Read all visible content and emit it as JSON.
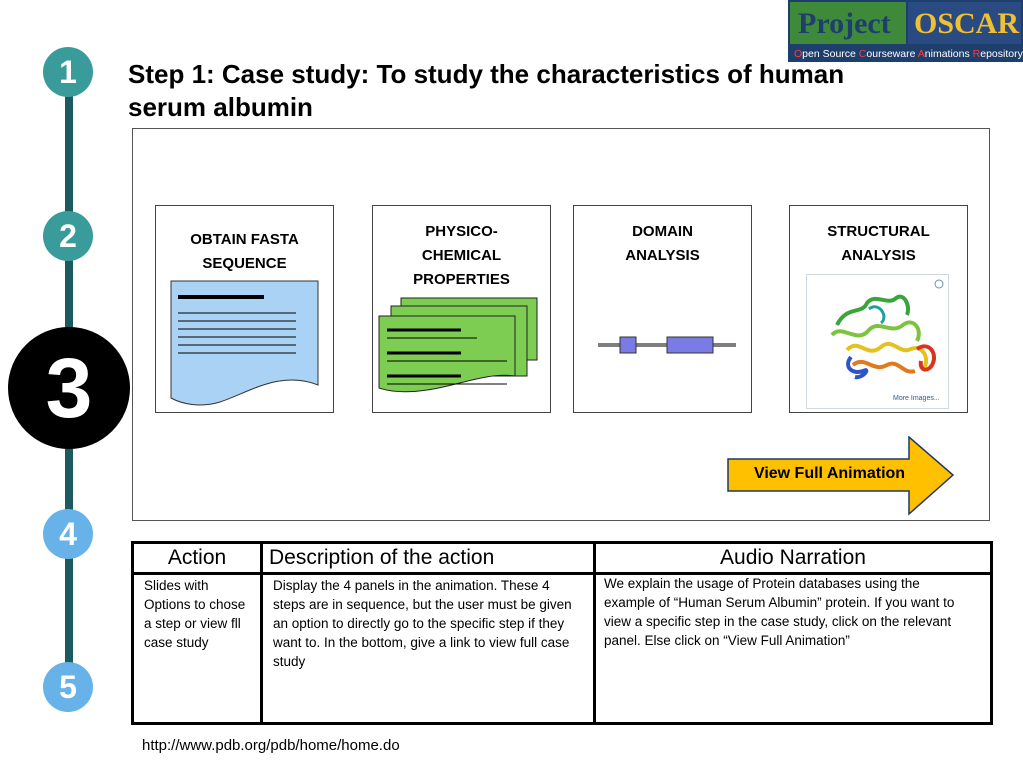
{
  "logo": {
    "word1": "Project",
    "word2": "OSCAR",
    "tagline_parts": [
      {
        "cap": "O",
        "rest": "pen Source "
      },
      {
        "cap": "C",
        "rest": "ourseware "
      },
      {
        "cap": "A",
        "rest": "nimations "
      },
      {
        "cap": "R",
        "rest": "epository"
      }
    ]
  },
  "title": "Step 1: Case study: To study the characteristics of human serum albumin",
  "steps": [
    "1",
    "2",
    "3",
    "4",
    "5"
  ],
  "panels": [
    {
      "label_lines": [
        "OBTAIN FASTA",
        "SEQUENCE"
      ]
    },
    {
      "label_lines": [
        "PHYSICO-",
        "CHEMICAL",
        "PROPERTIES"
      ]
    },
    {
      "label_lines": [
        "DOMAIN",
        "ANALYSIS"
      ]
    },
    {
      "label_lines": [
        "STRUCTURAL",
        "ANALYSIS"
      ],
      "thumb_caption": "More Images..."
    }
  ],
  "view_full_button": "View Full Animation",
  "table": {
    "headers": [
      "Action",
      "Description of the action",
      "Audio Narration"
    ],
    "row": {
      "action": "Slides with Options to chose a step or view fll case study",
      "description": "Display the 4 panels in the animation. These 4 steps are in sequence, but the user must be given an option to directly go to the specific step if they want to. In the bottom, give a link to view full case study",
      "narration": "We explain the usage of Protein databases using the example of “Human Serum Albumin” protein. If you want to view a specific step  in the case study, click on the relevant panel. Else click on “View Full Animation”"
    }
  },
  "source_url": "http://www.pdb.org/pdb/home/home.do",
  "colors": {
    "rail": "#1b5a5e",
    "step_teal": "#3a9b9b",
    "step_blue": "#67b2e8",
    "arrow_fill": "#ffc000",
    "fasta_page": "#a9d2f5",
    "physico_pages": "#7ccd52",
    "domain_box": "#7b7be6"
  }
}
